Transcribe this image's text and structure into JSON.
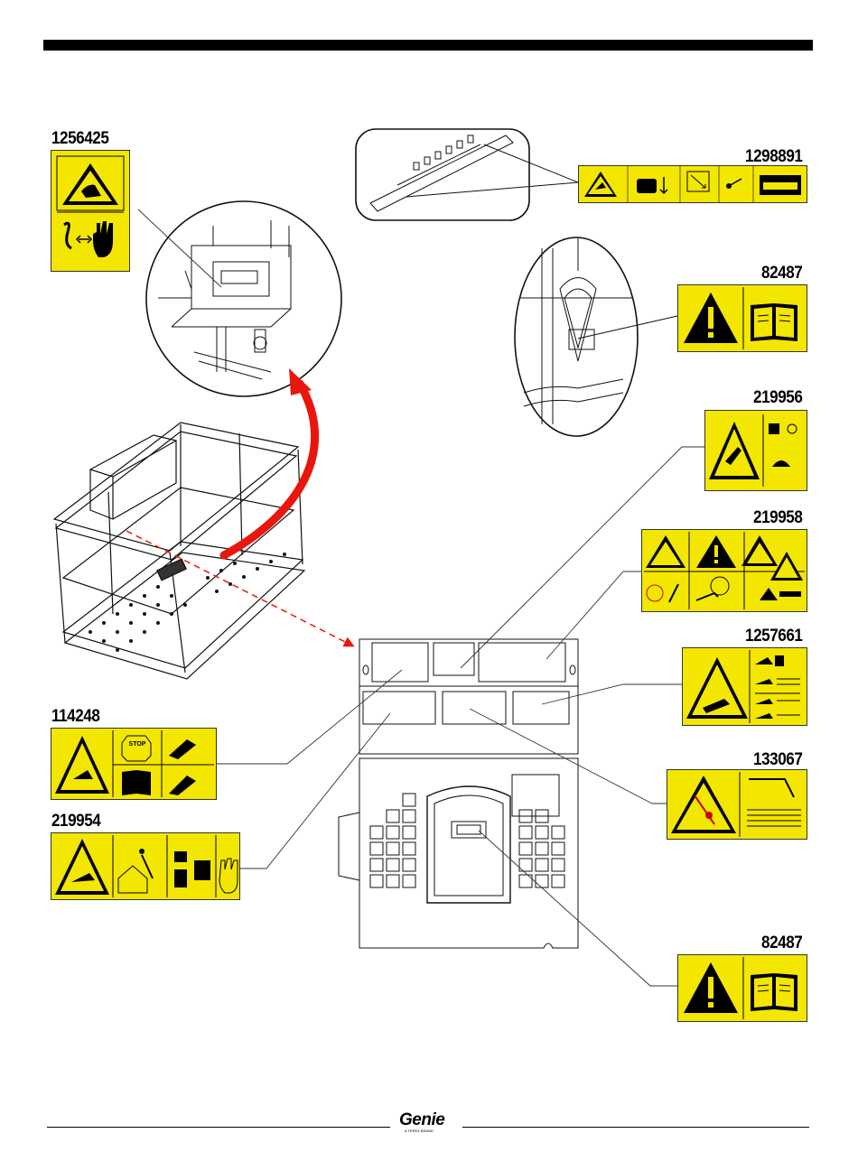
{
  "decals": {
    "d1256425": {
      "part_no": "1256425"
    },
    "d1298891": {
      "part_no": "1298891"
    },
    "d82487_top": {
      "part_no": "82487"
    },
    "d219956": {
      "part_no": "219956"
    },
    "d219958": {
      "part_no": "219958"
    },
    "d1257661": {
      "part_no": "1257661"
    },
    "d114248": {
      "part_no": "114248"
    },
    "d133067": {
      "part_no": "133067"
    },
    "d219954": {
      "part_no": "219954"
    },
    "d82487_bottom": {
      "part_no": "82487"
    },
    "d114248_stop": {
      "text": "STOP"
    }
  },
  "footer": {
    "logo_text": "Genie",
    "logo_sub": "A TEREX BRAND"
  },
  "colors": {
    "decal_yellow": "#f3e600",
    "arrow_red": "#e8160c"
  }
}
